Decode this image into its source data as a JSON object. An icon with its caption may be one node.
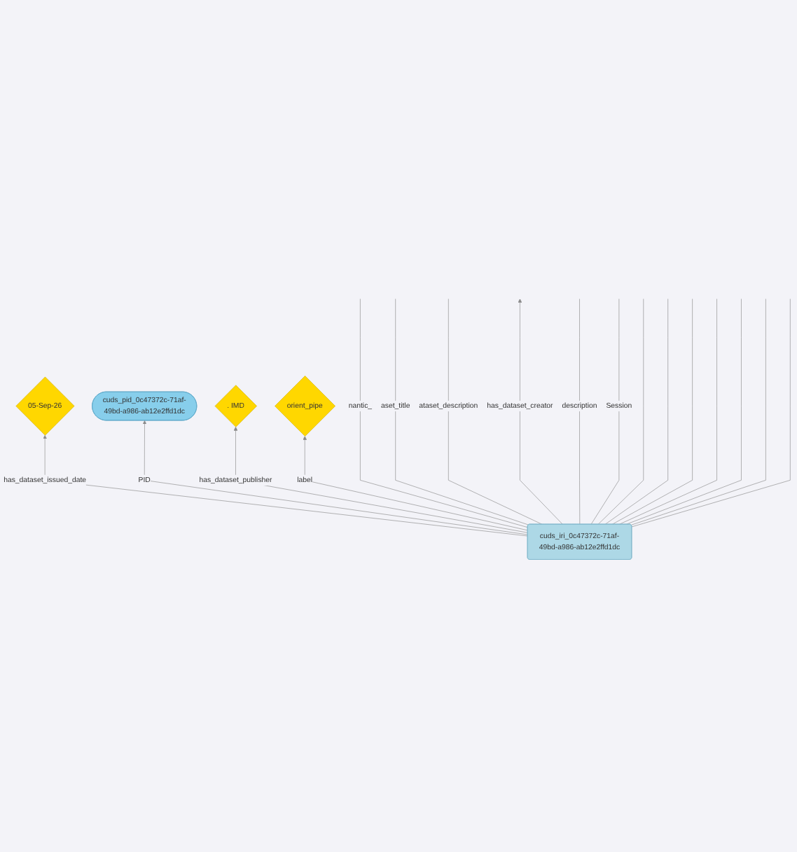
{
  "diagram": {
    "nodes": [
      {
        "text": [
          "05-Sep-26"
        ]
      },
      {
        "text": [
          "cuds_pid_0c47372c-71af-49bd-a986-ab12e2ffd1dc"
        ]
      },
      {
        "text": [
          ". IMD"
        ]
      },
      {
        "text": [
          "orient_pipe"
        ]
      },
      {
        "text": [
          "cuds_iri_0c47372c-71af-49bd-a986-ab12e2ffd1dc"
        ]
      }
    ],
    "edges": [
      {
        "from": 4,
        "to": null,
        "arrow": "none",
        "label": "nantic_"
      },
      {
        "from": 4,
        "to": null,
        "arrow": "none",
        "label": "aset_title"
      },
      {
        "from": 4,
        "to": null,
        "arrow": "none",
        "label": "ataset_description"
      },
      {
        "from": 4,
        "to": 2,
        "arrow": "to",
        "label": "has_dataset_publisher"
      },
      {
        "from": 4,
        "to": 0,
        "arrow": "to",
        "label": "has_dataset_issued_date"
      },
      {
        "from": 4,
        "to": 1,
        "arrow": "to",
        "label": "PID"
      },
      {
        "from": 4,
        "to": 3,
        "arrow": "to",
        "label": "label"
      },
      {
        "from": 4,
        "to": null,
        "arrow": "to",
        "label": "has_dataset_creator"
      },
      {
        "from": 4,
        "to": null,
        "arrow": "none",
        "label": "description"
      },
      {
        "from": 4,
        "to": null,
        "arrow": "none",
        "label": "Session"
      },
      {
        "from": 4,
        "to": null,
        "arrow": "none"
      },
      {
        "from": 4,
        "to": null,
        "arrow": "none"
      },
      {
        "from": 4,
        "to": null,
        "arrow": "none"
      },
      {
        "from": 4,
        "to": null,
        "arrow": "none"
      },
      {
        "from": 4,
        "to": null,
        "arrow": "none"
      },
      {
        "from": 4,
        "to": null,
        "arrow": "none"
      },
      {
        "from": 4,
        "to": null,
        "arrow": "none"
      }
    ]
  }
}
